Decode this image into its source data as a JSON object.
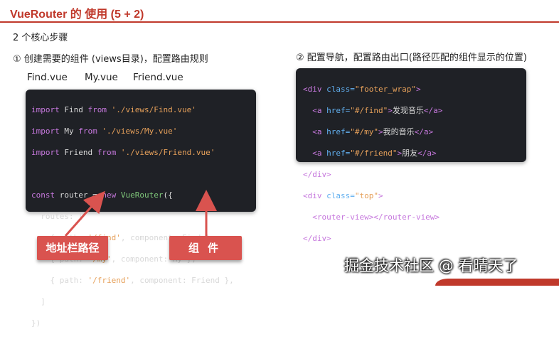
{
  "title": "VueRouter 的 使用 (5 + 2)",
  "subheading": "2 个核心步骤",
  "step1": "① 创建需要的组件 (views目录)，配置路由规则",
  "step2": "② 配置导航，配置路由出口(路径匹配的组件显示的位置)",
  "filenames": [
    "Find.vue",
    "My.vue",
    "Friend.vue"
  ],
  "code_left": {
    "l1": [
      "import",
      " Find ",
      "from",
      " ",
      "'./views/Find.vue'"
    ],
    "l2": [
      "import",
      " My ",
      "from",
      " ",
      "'./views/My.vue'"
    ],
    "l3": [
      "import",
      " Friend ",
      "from",
      " ",
      "'./views/Friend.vue'"
    ],
    "l5": [
      "const",
      " router = ",
      "new",
      " ",
      "VueRouter",
      "({"
    ],
    "l6": "  routes: [",
    "l7": [
      "    { path: ",
      "'/find'",
      ", component: Find },"
    ],
    "l8": [
      "    { path: ",
      "'/my'",
      ", component: My },"
    ],
    "l9": [
      "    { path: ",
      "'/friend'",
      ", component: Friend },"
    ],
    "l10": "  ]",
    "l11": "})"
  },
  "code_right": {
    "r1": [
      "<div",
      " class=",
      "\"footer_wrap\"",
      ">"
    ],
    "r2": [
      "  <a",
      " href=",
      "\"#/find\"",
      ">",
      "发现音乐",
      "</a>"
    ],
    "r3": [
      "  <a",
      " href=",
      "\"#/my\"",
      ">",
      "我的音乐",
      "</a>"
    ],
    "r4": [
      "  <a",
      " href=",
      "\"#/friend\"",
      ">",
      "朋友",
      "</a>"
    ],
    "r5": "</div>",
    "r6": [
      "<div",
      " class=",
      "\"top\"",
      ">"
    ],
    "r7": [
      "  <router-view></router-view>"
    ],
    "r8": "</div>"
  },
  "labels": {
    "address": "地址栏路径",
    "component": "组件"
  },
  "watermark": "掘金技术社区 @ 看晴天了",
  "colors": {
    "accent": "#c0392b",
    "code_bg": "#1f2126",
    "label_bg": "#d9534f"
  }
}
